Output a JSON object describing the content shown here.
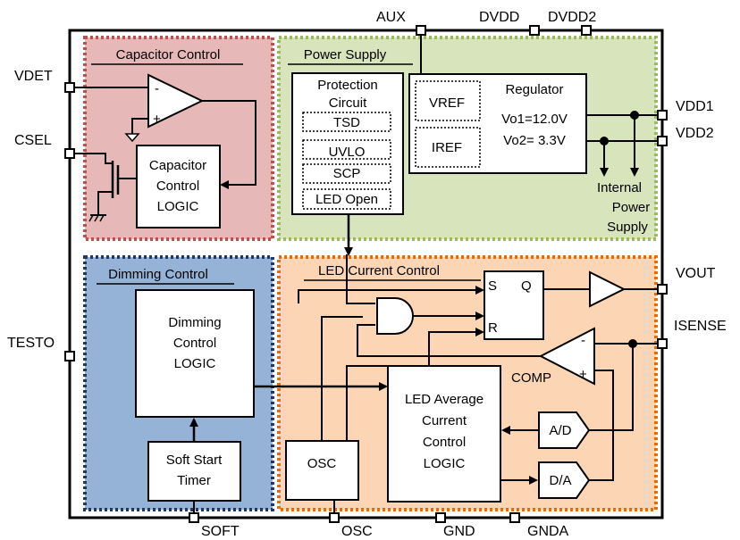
{
  "pins": {
    "vdet": "VDET",
    "csel": "CSEL",
    "testo": "TESTO",
    "aux": "AUX",
    "dvdd": "DVDD",
    "dvdd2": "DVDD2",
    "vdd1": "VDD1",
    "vdd2": "VDD2",
    "vout": "VOUT",
    "isense": "ISENSE",
    "soft": "SOFT",
    "osc": "OSC",
    "gnd": "GND",
    "gnda": "GNDA"
  },
  "capacitor_control": {
    "title": "Capacitor Control",
    "logic_lines": [
      "Capacitor",
      "Control",
      "LOGIC"
    ],
    "opamp_minus": "-",
    "opamp_plus": "+",
    "color": "#e6b8b7",
    "border": "#c0504d"
  },
  "power_supply": {
    "title": "Power Supply",
    "protection_lines": [
      "Protection",
      "Circuit"
    ],
    "protection_items": [
      "TSD",
      "UVLO",
      "SCP",
      "LED Open"
    ],
    "regulator_title": "Regulator",
    "vref": "VREF",
    "iref": "IREF",
    "vo1": "Vo1=12.0V",
    "vo2": "Vo2= 3.3V",
    "internal_lines": [
      "Internal",
      "Power",
      "Supply"
    ],
    "color": "#d8e4bc",
    "border": "#9bbb59"
  },
  "dimming_control": {
    "title": "Dimming Control",
    "logic_lines": [
      "Dimming",
      "Control",
      "LOGIC"
    ],
    "soft_start_lines": [
      "Soft Start",
      "Timer"
    ],
    "color": "#95b3d7",
    "border": "#1f3864"
  },
  "led_current_control": {
    "title": "LED Current Control",
    "ff_s": "S",
    "ff_q": "Q",
    "ff_r": "R",
    "comp": "COMP",
    "comp_minus": "-",
    "comp_plus": "+",
    "avg_lines": [
      "LED Average",
      "Current",
      "Control",
      "LOGIC"
    ],
    "osc": "OSC",
    "ad": "A/D",
    "da": "D/A",
    "color": "#fcd5b4",
    "border": "#e46c0a"
  }
}
